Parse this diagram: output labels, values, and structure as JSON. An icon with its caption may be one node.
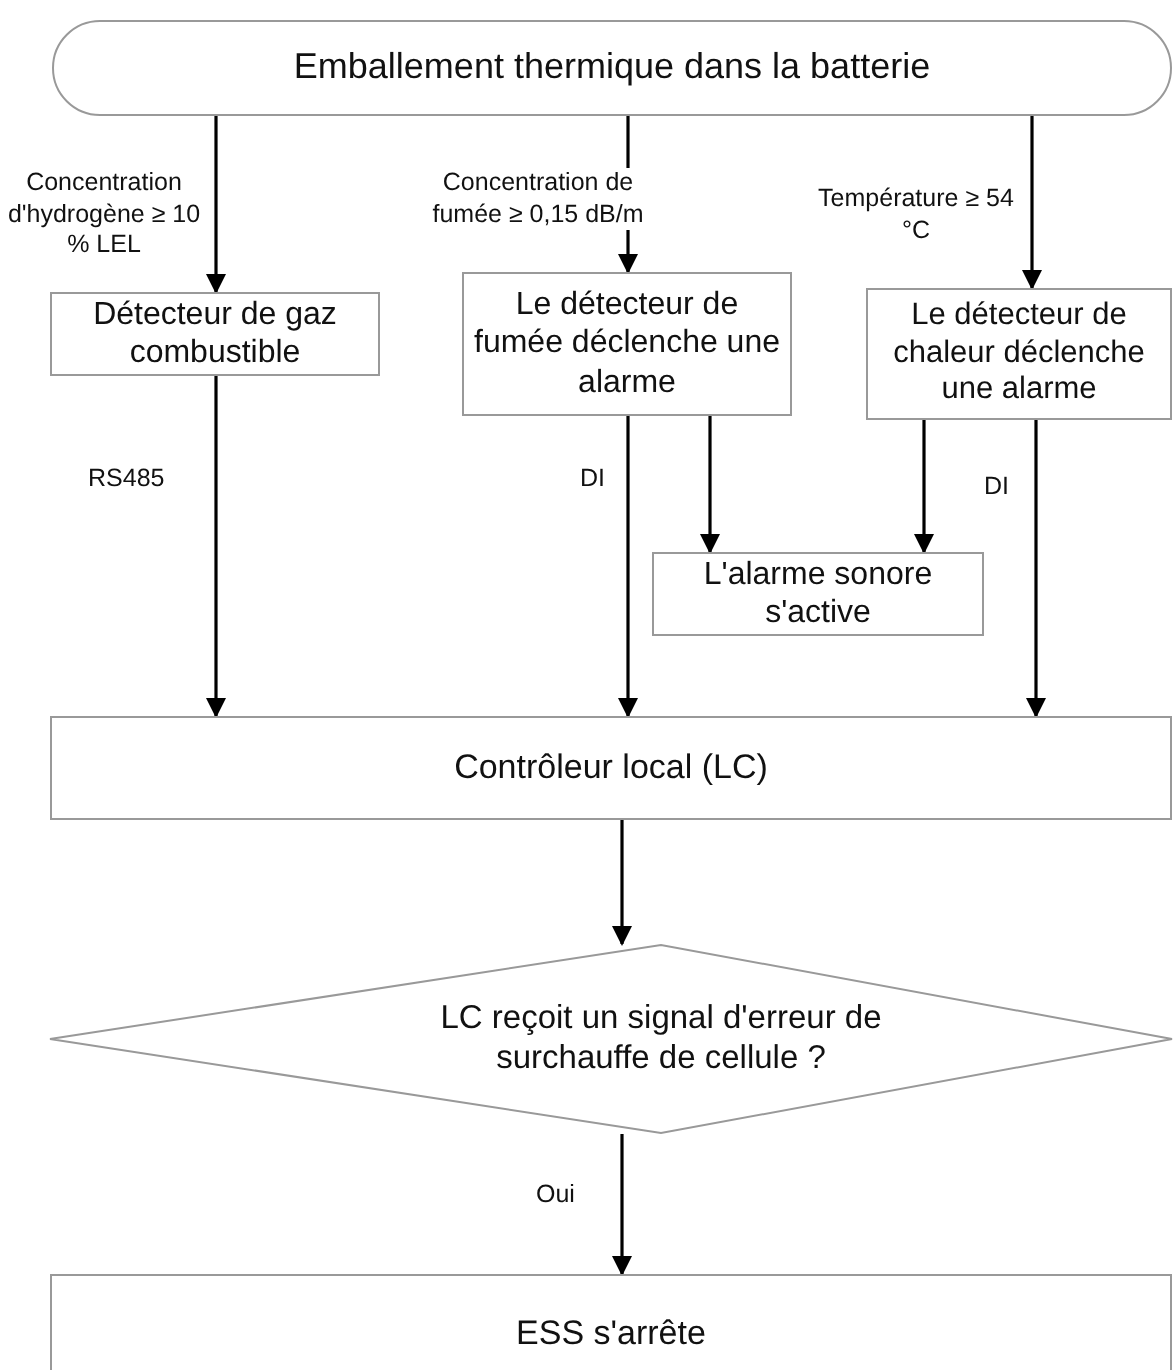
{
  "diagram": {
    "nodes": [
      {
        "text": [
          "Emballement thermique dans la batterie"
        ]
      },
      {
        "text": [
          "Détecteur de gaz combustible"
        ]
      },
      {
        "text": [
          "Le détecteur de fumée déclenche une alarme"
        ]
      },
      {
        "text": [
          "Le détecteur de chaleur déclenche une alarme"
        ]
      },
      {
        "text": [
          "L'alarme sonore s'active"
        ]
      },
      {
        "text": [
          "Contrôleur local (LC)"
        ]
      },
      {
        "text": [
          "LC reçoit un signal d'erreur de surchauffe de cellule ?"
        ]
      },
      {
        "text": [
          "ESS s'arrête"
        ]
      }
    ],
    "edges": [
      {
        "from": 0,
        "to": 1,
        "arrow": "to",
        "label": "Concentration d'hydrogène ≥ 10 % LEL"
      },
      {
        "from": 0,
        "to": 2,
        "arrow": "to",
        "label": "Concentration de fumée ≥ 0,15 dB/m"
      },
      {
        "from": 0,
        "to": 3,
        "arrow": "to",
        "label": "Température ≥ 54 °C"
      },
      {
        "from": 1,
        "to": 5,
        "arrow": "to",
        "label": "RS485"
      },
      {
        "from": 2,
        "to": 5,
        "arrow": "to",
        "label": "DI"
      },
      {
        "from": 2,
        "to": 4,
        "arrow": "to"
      },
      {
        "from": 3,
        "to": 4,
        "arrow": "to"
      },
      {
        "from": 3,
        "to": 5,
        "arrow": "to",
        "label": "DI"
      },
      {
        "from": 5,
        "to": 6,
        "arrow": "to"
      },
      {
        "from": 6,
        "to": 7,
        "arrow": "to",
        "label": "Oui"
      }
    ]
  }
}
